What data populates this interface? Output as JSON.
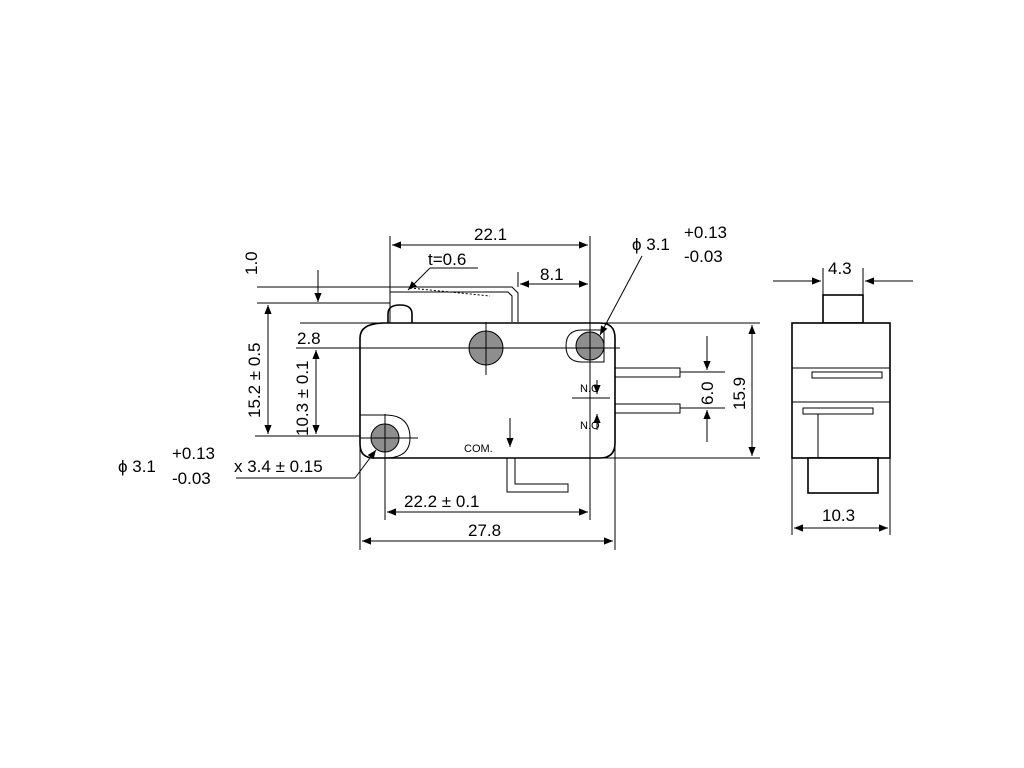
{
  "dimensions": {
    "d_22_1": "22.1",
    "d_1_0": "1.0",
    "d_t": "t=0.6",
    "d_8_1": "8.1",
    "d_2_8": "2.8",
    "d_15_2": "15.2 ± 0.5",
    "d_10_3v": "10.3 ± 0.1",
    "d_22_2": "22.2 ± 0.1",
    "d_27_8": "27.8",
    "d_6_0": "6.0",
    "d_15_9": "15.9",
    "d_4_3": "4.3",
    "d_10_3h": "10.3",
    "hole_right": {
      "dia": "ϕ 3.1",
      "tol_plus": "+0.13",
      "tol_minus": "-0.03"
    },
    "hole_left": {
      "dia": "ϕ 3.1",
      "tol_plus": "+0.13",
      "tol_minus": "-0.03",
      "slot": "x 3.4 ± 0.15"
    }
  },
  "terminals": {
    "nc": "N.C",
    "no": "N.O",
    "com": "COM."
  }
}
